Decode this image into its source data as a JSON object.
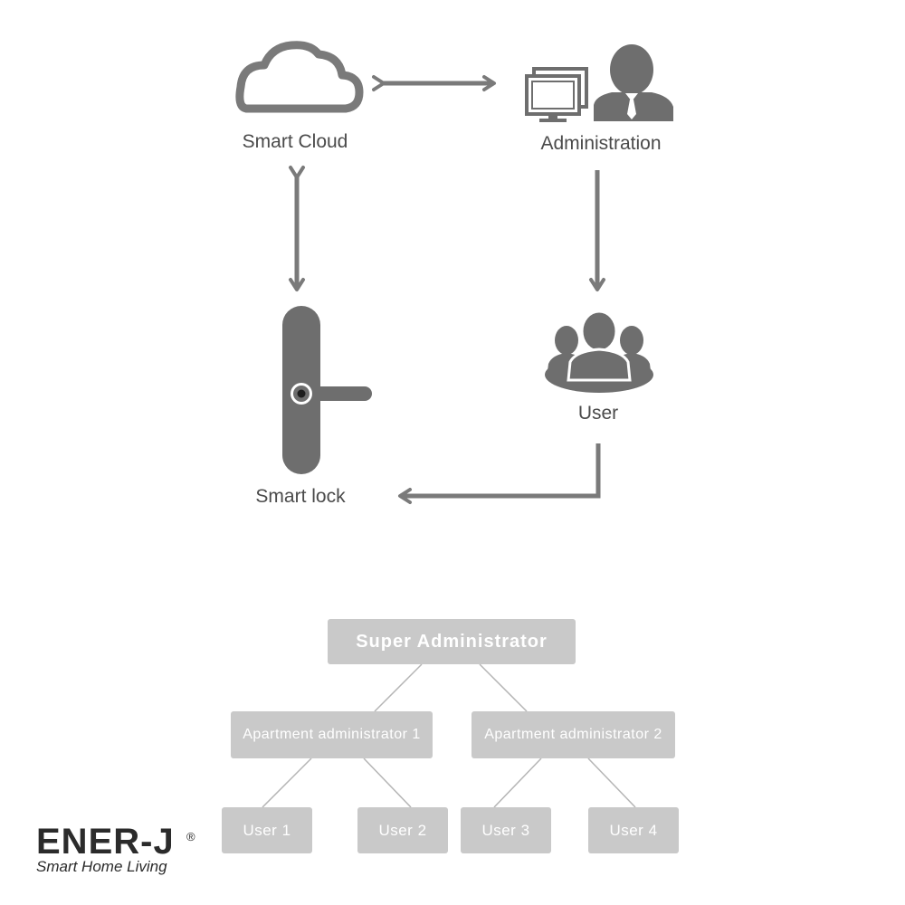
{
  "flow": {
    "smart_cloud": "Smart Cloud",
    "administration": "Administration",
    "user": "User",
    "smart_lock": "Smart lock"
  },
  "hierarchy": {
    "super_admin": "Super Administrator",
    "apartment_admins": [
      "Apartment administrator 1",
      "Apartment administrator 2"
    ],
    "users": [
      "User 1",
      "User 2",
      "User 3",
      "User 4"
    ]
  },
  "brand": {
    "logo_text": "ENER-J",
    "registered_mark": "®",
    "tagline": "Smart Home Living"
  },
  "colors": {
    "icon_gray": "#6e6e6e",
    "arrow_gray": "#7a7a7a",
    "box_gray": "#c9c9c9",
    "connector_gray": "#b5b5b5"
  }
}
